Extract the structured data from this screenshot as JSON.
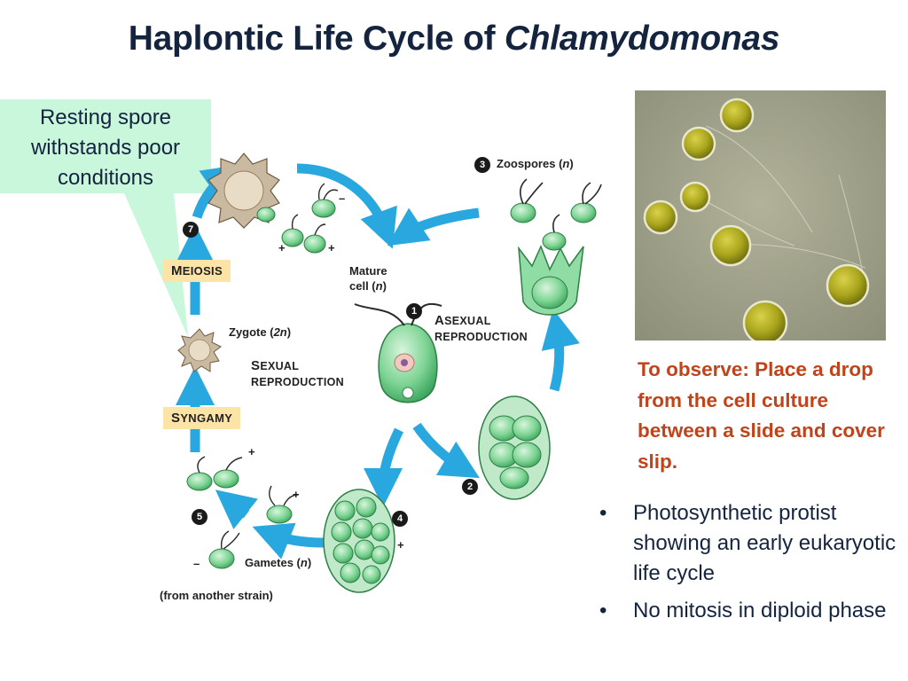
{
  "title": {
    "main": "Haplontic Life Cycle of",
    "italic": "Chlamydomonas"
  },
  "callout": {
    "lines": [
      "Resting spore",
      "withstands poor",
      "conditions"
    ]
  },
  "diagram": {
    "labels": {
      "zoospores_pre": "Zoospores (",
      "zoospores_n": "n",
      "zoospores_post": ")",
      "mature_l1": "Mature",
      "mature_l2_pre": "cell (",
      "mature_l2_n": "n",
      "mature_l2_post": ")",
      "asexual_first": "A",
      "asexual_rest": "SEXUAL",
      "asexual_l2": "REPRODUCTION",
      "zygote_pre": "Zygote (",
      "zygote_2n": "2n",
      "zygote_post": ")",
      "sexual_first": "S",
      "sexual_rest": "EXUAL",
      "sexual_l2": "REPRODUCTION",
      "meiosis_first": "M",
      "meiosis_rest": "EIOSIS",
      "syngamy_first": "S",
      "syngamy_rest": "YNGAMY",
      "gametes_pre": "Gametes (",
      "gametes_n": "n",
      "gametes_post": ")",
      "from_strain": "(from another strain)",
      "plus": "+",
      "minus": "–"
    },
    "steps": [
      "1",
      "2",
      "3",
      "4",
      "5",
      "7"
    ]
  },
  "observe_text": "To observe: Place a drop from the cell culture between a slide and cover slip.",
  "bullets": [
    {
      "marker": "•",
      "text": "Photosynthetic protist showing an early eukaryotic life cycle"
    },
    {
      "marker": "•",
      "text": "No mitosis in diploid phase"
    }
  ],
  "colors": {
    "title": "#14243f",
    "callout_bg": "#c8f7dc",
    "badge_bg": "#fce3a6",
    "arrow": "#29a8e0",
    "cell": "#5cc47c",
    "observe": "#c0431a"
  }
}
